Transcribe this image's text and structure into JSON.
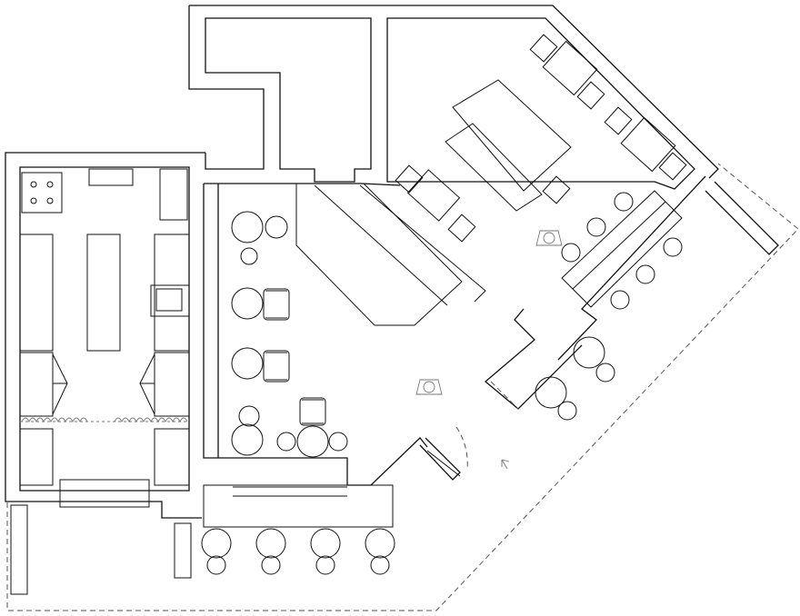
{
  "plan": {
    "title": "",
    "rooms": [
      {
        "id": "kitchen",
        "name": ""
      },
      {
        "id": "dining",
        "name": ""
      },
      {
        "id": "lounge",
        "name": ""
      }
    ],
    "furniture": {
      "round_tables": 11,
      "armchairs": 9,
      "counters": 3,
      "cooktop_burners": 4
    },
    "entrance_arrow_icon": "arrow-icon"
  }
}
